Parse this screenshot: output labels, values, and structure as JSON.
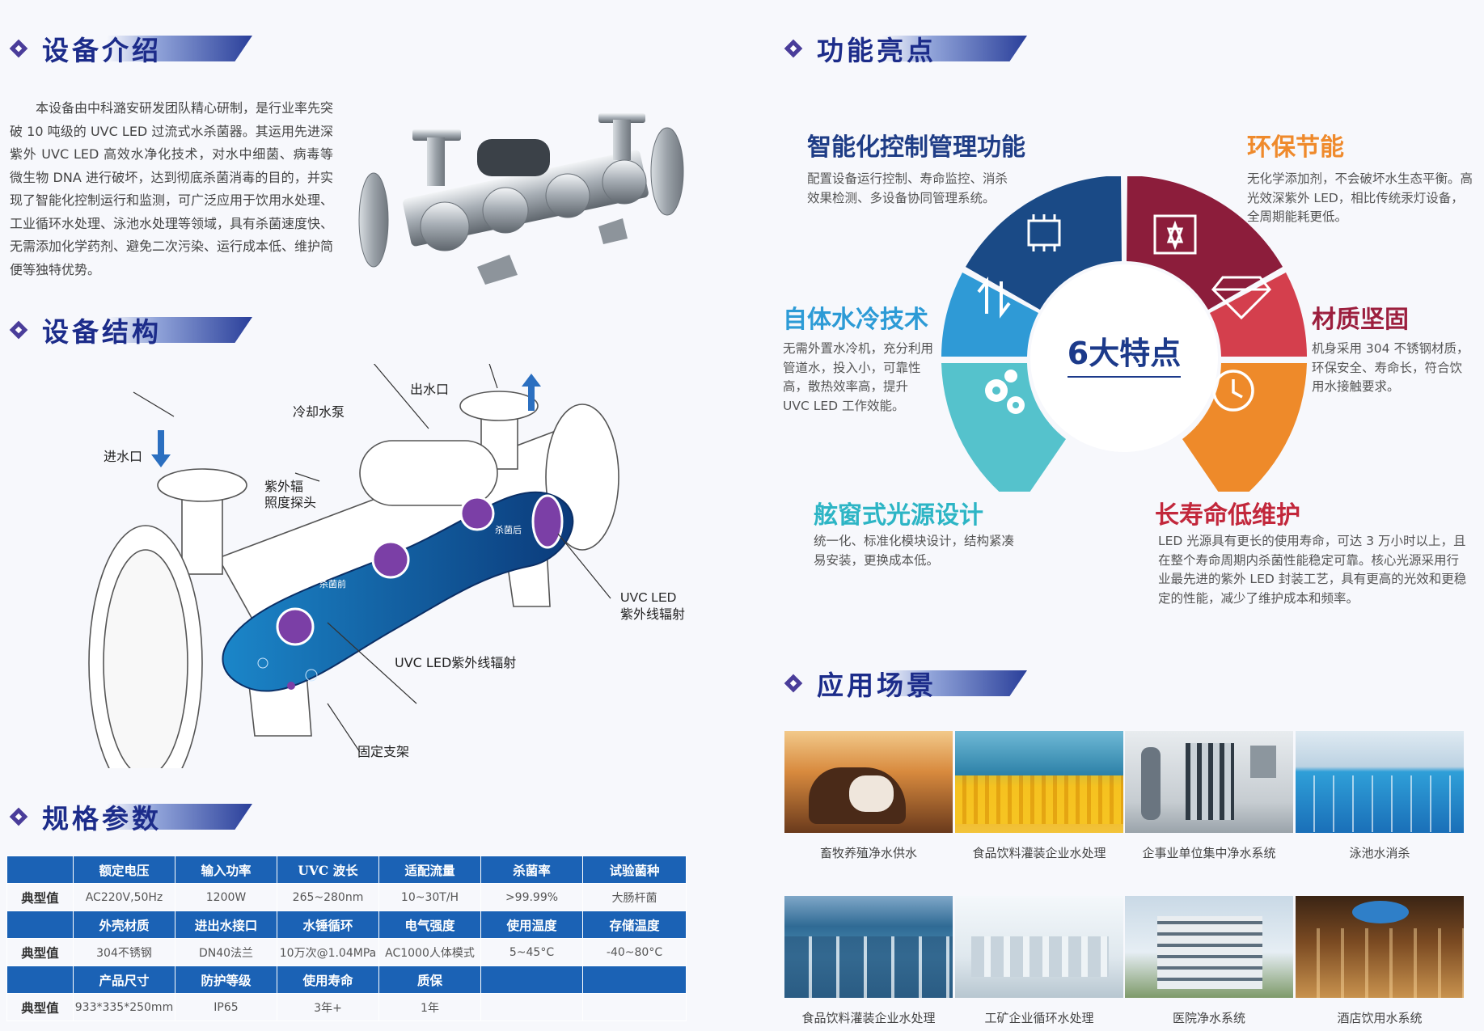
{
  "sections": {
    "intro": "设备介绍",
    "structure": "设备结构",
    "specs": "规格参数",
    "features": "功能亮点",
    "applications": "应用场景"
  },
  "intro_text": "本设备由中科潞安研发团队精心研制，是行业率先突破 10 吨级的 UVC LED 过流式水杀菌器。其运用先进深紫外 UVC LED 高效水净化技术，对水中细菌、病毒等微生物 DNA 进行破坏，达到彻底杀菌消毒的目的，并实现了智能化控制运行和监测，可广泛应用于饮用水处理、工业循环水处理、泳池水处理等领域，具有杀菌速度快、无需添加化学药剂、避免二次污染、运行成本低、维护简便等独特优势。",
  "structure_labels": {
    "inlet": "进水口",
    "pump": "冷却水泵",
    "outlet": "出水口",
    "sensor_line1": "紫外辐",
    "sensor_line2": "照度探头",
    "uvc_line1": "UVC LED",
    "uvc_line2": "紫外线辐射",
    "uvc_led": "UVC LED紫外线辐射",
    "bracket": "固定支架",
    "before": "杀菌前",
    "after": "杀菌后"
  },
  "spec_table": {
    "row_label": "典型值",
    "blocks": [
      {
        "headers": [
          "额定电压",
          "输入功率",
          "UVC 波长",
          "适配流量",
          "杀菌率",
          "试验菌种"
        ],
        "values": [
          "AC220V,50Hz",
          "1200W",
          "265~280nm",
          "10~30T/H",
          ">99.99%",
          "大肠杆菌"
        ]
      },
      {
        "headers": [
          "外壳材质",
          "进出水接口",
          "水锤循环",
          "电气强度",
          "使用温度",
          "存储温度"
        ],
        "values": [
          "304不锈钢",
          "DN40法兰",
          "10万次@1.04MPa",
          "AC1000人体模式",
          "5~45°C",
          "-40~80°C"
        ]
      },
      {
        "headers": [
          "产品尺寸",
          "防护等级",
          "使用寿命",
          "质保",
          "",
          ""
        ],
        "values": [
          "933*335*250mm",
          "IP65",
          "3年+",
          "1年",
          "",
          ""
        ]
      }
    ]
  },
  "features": {
    "center": "6大特点",
    "items": [
      {
        "title": "智能化控制管理功能",
        "color": "#1f3d86",
        "body": "配置设备运行控制、寿命监控、消杀效果检测、多设备协同管理系统。"
      },
      {
        "title": "环保节能",
        "color": "#ef8a2c",
        "body": "无化学添加剂，不会破坏水生态平衡。高光效深紫外 LED，相比传统汞灯设备，全周期能耗更低。"
      },
      {
        "title": "自体水冷技术",
        "color": "#2d9bd6",
        "body": "无需外置水冷机，充分利用管道水，投入小，可靠性高，散热效率高，提升 UVC LED 工作效能。"
      },
      {
        "title": "材质坚固",
        "color": "#9c1f3e",
        "body": "机身采用 304 不锈钢材质，环保安全、寿命长，符合饮用水接触要求。"
      },
      {
        "title": "舷窗式光源设计",
        "color": "#2db5c5",
        "body": "统一化、标准化模块设计，结构紧凑易安装，更换成本低。"
      },
      {
        "title": "长寿命低维护",
        "color": "#c2273b",
        "body": "LED 光源具有更长的使用寿命，可达 3 万小时以上，且在整个寿命周期内杀菌性能稳定可靠。核心光源采用行业最先进的紫外 LED 封装工艺，具有更高的光效和更稳定的性能，减少了维护成本和频率。"
      }
    ],
    "ring_colors": [
      "#1a4a86",
      "#8c1d3b",
      "#d43f4d",
      "#ee8a2a",
      "#55c2cc",
      "#2f9ad6"
    ]
  },
  "applications": [
    "畜牧养殖净水供水",
    "食品饮料灌装企业水处理",
    "企事业单位集中净水系统",
    "泳池水消杀",
    "食品饮料灌装企业水处理",
    "工矿企业循环水处理",
    "医院净水系统",
    "酒店饮用水系统"
  ]
}
